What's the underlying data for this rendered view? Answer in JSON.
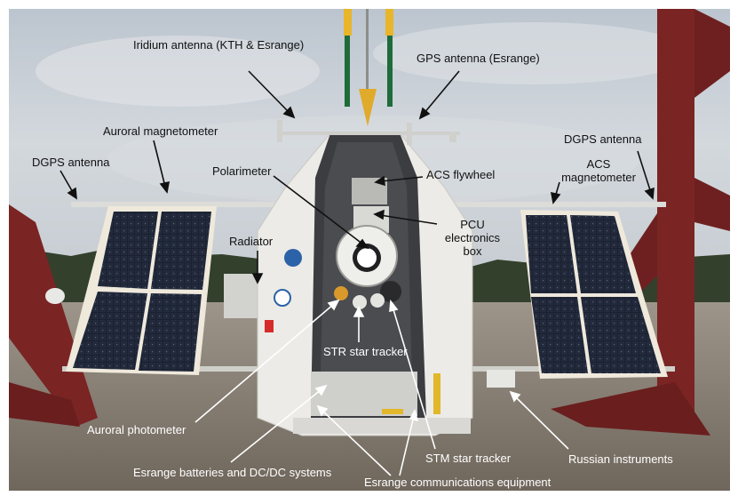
{
  "labels": {
    "iridium_antenna": "Iridium antenna (KTH & Esrange)",
    "gps_antenna": "GPS antenna (Esrange)",
    "auroral_magnetometer": "Auroral magnetometer",
    "dgps_antenna_left": "DGPS antenna",
    "dgps_antenna_right": "DGPS antenna",
    "acs_magnetometer_line1": "ACS",
    "acs_magnetometer_line2": "magnetometer",
    "polarimeter": "Polarimeter",
    "acs_flywheel": "ACS flywheel",
    "pcu_line1": "PCU",
    "pcu_line2": "electronics",
    "pcu_line3": "box",
    "radiator": "Radiator",
    "str_star_tracker": "STR star tracker",
    "auroral_photometer": "Auroral photometer",
    "esrange_batteries": "Esrange batteries and DC/DC systems",
    "stm_star_tracker": "STM star tracker",
    "russian_instruments": "Russian instruments",
    "esrange_comms": "Esrange communications equipment"
  },
  "colors": {
    "sky": "#c9d0d7",
    "ground": "#8e8478",
    "frame": "#7a2424",
    "gondola": "#ecebe7",
    "solar_panel": "#1c2233",
    "forest": "#2f3b2a"
  }
}
